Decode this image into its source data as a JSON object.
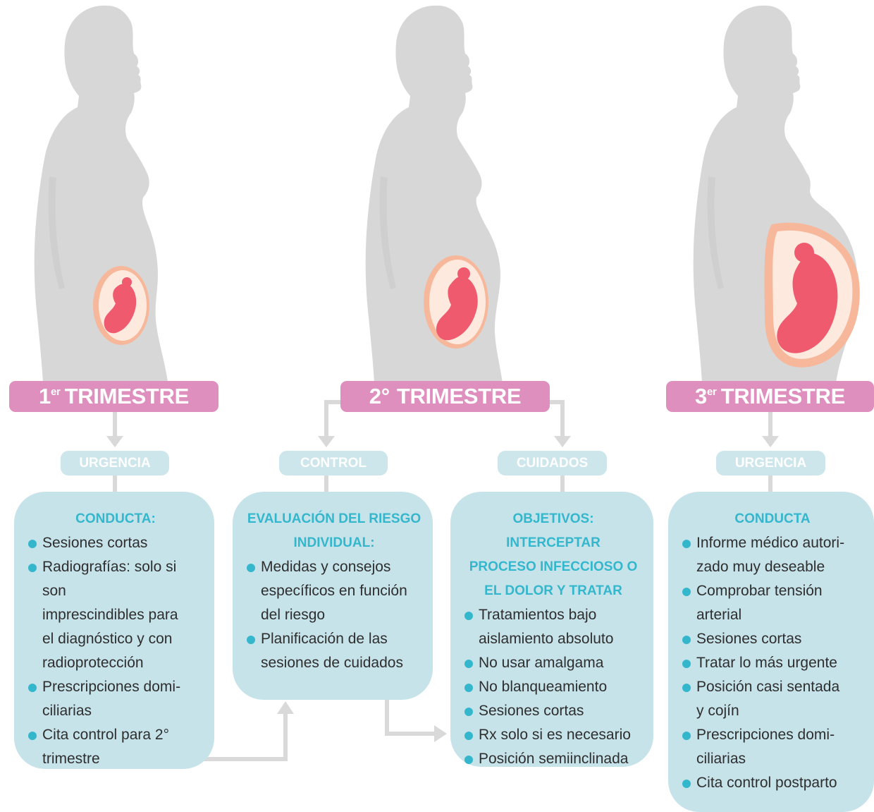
{
  "colors": {
    "silhouette": "#d7d7d7",
    "banner": "#df8fbe",
    "pill": "#cce6ec",
    "box": "#c7e3ea",
    "accent": "#34b7cc",
    "fetus": "#ef5a6f",
    "womb": "#f7b79b",
    "connector": "#d9d9d9"
  },
  "trimesters": [
    {
      "num": "1",
      "sup": "er",
      "label": "TRIMESTRE"
    },
    {
      "num": "2°",
      "sup": "",
      "label": "TRIMESTRE"
    },
    {
      "num": "3",
      "sup": "er",
      "label": "TRIMESTRE"
    }
  ],
  "pills": [
    "URGENCIA",
    "CONTROL",
    "CUIDADOS",
    "URGENCIA"
  ],
  "boxes": [
    {
      "title": [
        "CONDUCTA:"
      ],
      "items": [
        [
          "Sesiones cortas"
        ],
        [
          "Radiografías: solo si son",
          "imprescindibles para",
          "el diagnóstico y con",
          "radioprotección"
        ],
        [
          "Prescripciones domi-",
          "ciliarias"
        ],
        [
          "Cita control para 2°",
          "trimestre"
        ]
      ]
    },
    {
      "title": [
        "EVALUACIÓN DEL RIESGO",
        "INDIVIDUAL:"
      ],
      "items": [
        [
          "Medidas y consejos",
          "específicos en función",
          "del riesgo"
        ],
        [
          "Planificación de las",
          "sesiones de cuidados"
        ]
      ]
    },
    {
      "title": [
        "OBJETIVOS: INTERCEPTAR",
        "PROCESO INFECCIOSO O",
        "EL DOLOR Y TRATAR"
      ],
      "items": [
        [
          "Tratamientos bajo",
          "aislamiento absoluto"
        ],
        [
          "No usar amalgama"
        ],
        [
          "No blanqueamiento"
        ],
        [
          "Sesiones cortas"
        ],
        [
          "Rx solo si es necesario"
        ],
        [
          "Posición semiinclinada"
        ]
      ]
    },
    {
      "title": [
        "CONDUCTA"
      ],
      "items": [
        [
          "Informe médico autori-",
          "zado muy deseable"
        ],
        [
          "Comprobar tensión",
          "arterial"
        ],
        [
          "Sesiones cortas"
        ],
        [
          "Tratar lo más urgente"
        ],
        [
          "Posición casi sentada",
          "y cojín"
        ],
        [
          "Prescripciones domi-",
          "ciliarias"
        ],
        [
          "Cita control postparto"
        ]
      ]
    }
  ]
}
